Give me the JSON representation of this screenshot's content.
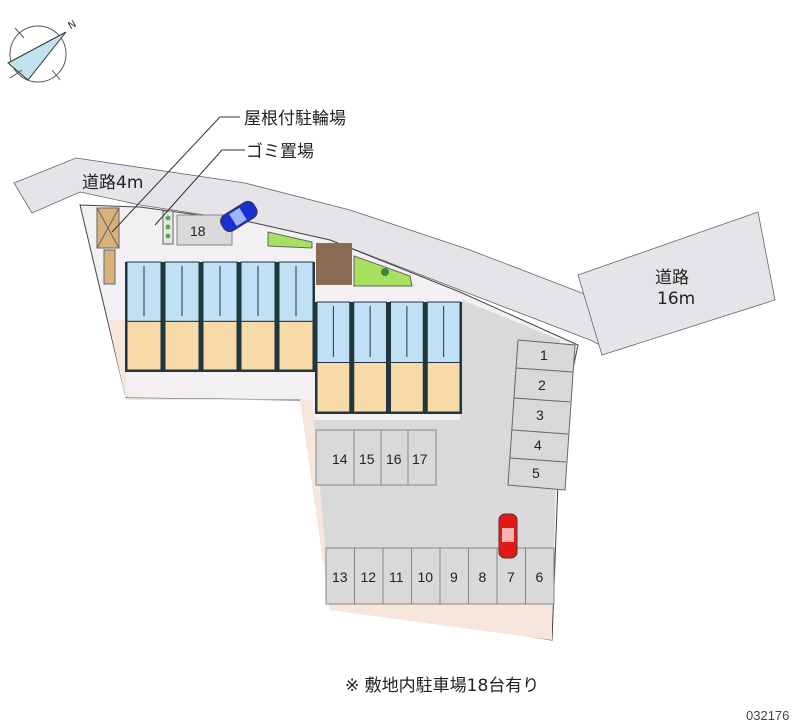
{
  "labels": {
    "bicycle_parking": "屋根付駐輪場",
    "garbage": "ゴミ置場",
    "road_4m": "道路4m",
    "road_16m_line1": "道路",
    "road_16m_line2": "16m",
    "compass": "N",
    "footnote": "※ 敷地内駐車場18台有り",
    "code": "032176"
  },
  "parking": {
    "right_column": [
      "1",
      "2",
      "3",
      "4",
      "5"
    ],
    "middle_row": [
      "14",
      "15",
      "16",
      "17"
    ],
    "bottom_row": [
      "13",
      "12",
      "11",
      "10",
      "9",
      "8",
      "7",
      "6"
    ],
    "top": "18"
  },
  "colors": {
    "road": "#e6e4e8",
    "lot": "#d9d9d9",
    "unit_blue": "#bfe0f5",
    "unit_peach": "#f8d9a8",
    "garden": "#a8e060",
    "blue_car": "#1a2fd0",
    "red_car": "#e01818"
  }
}
